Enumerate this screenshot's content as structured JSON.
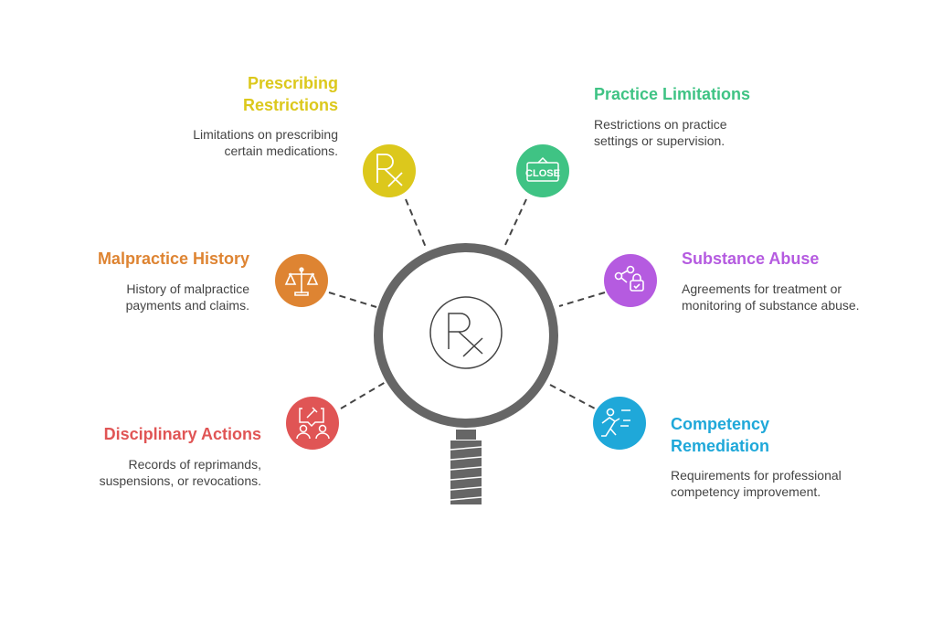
{
  "colors": {
    "prescribing": "#DCC81C",
    "practice": "#3FC384",
    "malpractice": "#DE8432",
    "substance": "#B55BE0",
    "disciplinary": "#E05555",
    "competency": "#1FA8D9",
    "lens": "#666666"
  },
  "center": {
    "icon": "rx-icon",
    "label": "Rx"
  },
  "items": [
    {
      "title_lines": [
        "Prescribing",
        "Restrictions"
      ],
      "desc_lines": [
        "Limitations on prescribing",
        "certain medications."
      ],
      "icon": "rx-icon",
      "icon_text": "Rx"
    },
    {
      "title_lines": [
        "Practice Limitations"
      ],
      "desc_lines": [
        "Restrictions on practice",
        "settings or supervision."
      ],
      "icon": "close-sign-icon",
      "icon_text": "CLOSE"
    },
    {
      "title_lines": [
        "Malpractice History"
      ],
      "desc_lines": [
        "History of malpractice",
        "payments and claims."
      ],
      "icon": "scales-icon"
    },
    {
      "title_lines": [
        "Substance Abuse"
      ],
      "desc_lines": [
        "Agreements for treatment or",
        "monitoring of substance abuse."
      ],
      "icon": "share-lock-icon"
    },
    {
      "title_lines": [
        "Disciplinary Actions"
      ],
      "desc_lines": [
        "Records of reprimands,",
        "suspensions, or revocations."
      ],
      "icon": "gavel-people-icon"
    },
    {
      "title_lines": [
        "Competency",
        "Remediation"
      ],
      "desc_lines": [
        "Requirements for professional",
        "competency improvement."
      ],
      "icon": "running-person-icon"
    }
  ]
}
